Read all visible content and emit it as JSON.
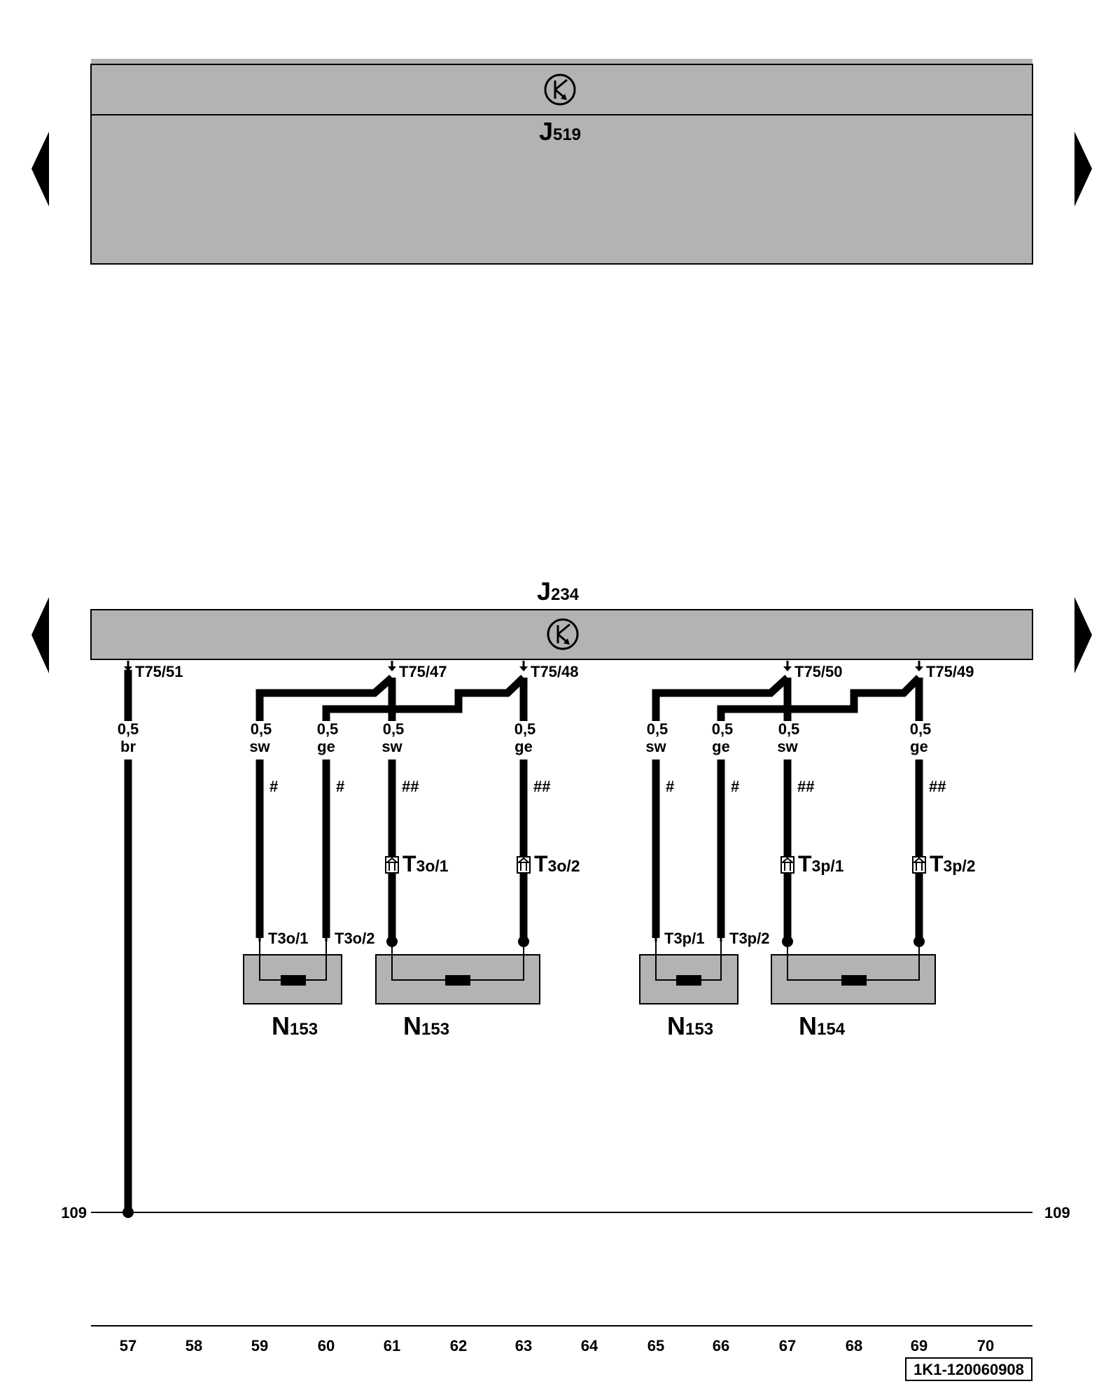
{
  "modules": {
    "top": {
      "name": "J",
      "sub": "519"
    },
    "bottom": {
      "name": "J",
      "sub": "234"
    }
  },
  "module_pins": [
    "T75/51",
    "T75/47",
    "T75/48",
    "T75/50",
    "T75/49"
  ],
  "wires": [
    {
      "size": "0,5",
      "color": "br",
      "mark": ""
    },
    {
      "size": "0,5",
      "color": "sw",
      "mark": "#"
    },
    {
      "size": "0,5",
      "color": "ge",
      "mark": "#"
    },
    {
      "size": "0,5",
      "color": "sw",
      "mark": "##"
    },
    {
      "size": "0,5",
      "color": "ge",
      "mark": "##"
    },
    {
      "size": "0,5",
      "color": "sw",
      "mark": "#"
    },
    {
      "size": "0,5",
      "color": "ge",
      "mark": "#"
    },
    {
      "size": "0,5",
      "color": "sw",
      "mark": "##"
    },
    {
      "size": "0,5",
      "color": "ge",
      "mark": "##"
    }
  ],
  "inline_connectors": [
    {
      "name": "T",
      "sub": "3o/1"
    },
    {
      "name": "T",
      "sub": "3o/2"
    },
    {
      "name": "T",
      "sub": "3p/1"
    },
    {
      "name": "T",
      "sub": "3p/2"
    }
  ],
  "component_pins": [
    "T3o/1",
    "T3o/2",
    "T3p/1",
    "T3p/2"
  ],
  "components": [
    {
      "name": "N",
      "sub": "153"
    },
    {
      "name": "N",
      "sub": "153"
    },
    {
      "name": "N",
      "sub": "153"
    },
    {
      "name": "N",
      "sub": "154"
    }
  ],
  "ground_ref": {
    "left": "109",
    "right": "109"
  },
  "columns": [
    "57",
    "58",
    "59",
    "60",
    "61",
    "62",
    "63",
    "64",
    "65",
    "66",
    "67",
    "68",
    "69",
    "70"
  ],
  "doc_code": "1K1-120060908"
}
